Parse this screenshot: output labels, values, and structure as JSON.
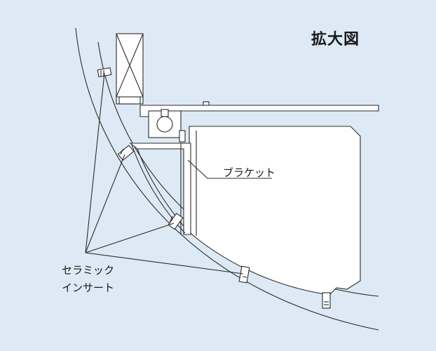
{
  "title": "拡大図",
  "labels": {
    "bracket": "ブラケット",
    "ceramic_insert_line1": "セラミック",
    "ceramic_insert_line2": "インサート"
  },
  "colors": {
    "background": "#ddeaf5",
    "line": "#2b2b2b",
    "fill": "#ffffff"
  }
}
